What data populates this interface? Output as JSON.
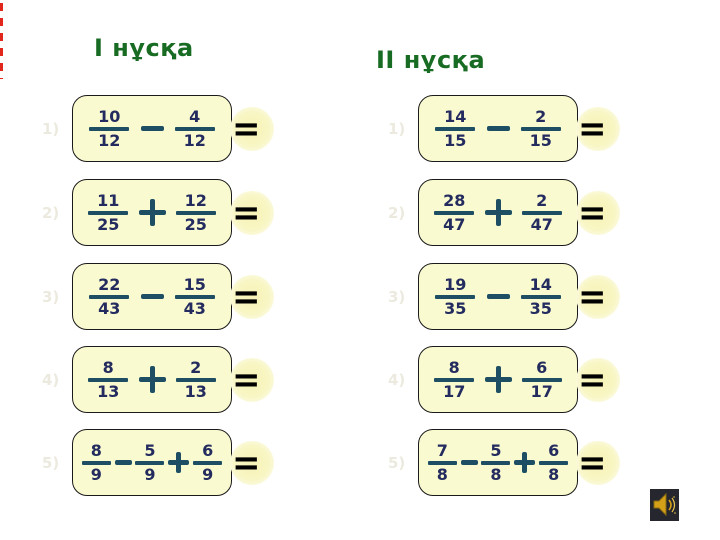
{
  "columns": [
    {
      "id": "variant-1",
      "title": "І нұсқа",
      "rows": [
        {
          "label": "1)",
          "fractions": [
            [
              "10",
              "12"
            ],
            [
              "4",
              "12"
            ]
          ],
          "operators": [
            "−"
          ],
          "result_symbol": "="
        },
        {
          "label": "2)",
          "fractions": [
            [
              "11",
              "25"
            ],
            [
              "12",
              "25"
            ]
          ],
          "operators": [
            "+"
          ],
          "result_symbol": "="
        },
        {
          "label": "3)",
          "fractions": [
            [
              "22",
              "43"
            ],
            [
              "15",
              "43"
            ]
          ],
          "operators": [
            "−"
          ],
          "result_symbol": "="
        },
        {
          "label": "4)",
          "fractions": [
            [
              "8",
              "13"
            ],
            [
              "2",
              "13"
            ]
          ],
          "operators": [
            "+"
          ],
          "result_symbol": "="
        },
        {
          "label": "5)",
          "fractions": [
            [
              "8",
              "9"
            ],
            [
              "5",
              "9"
            ],
            [
              "6",
              "9"
            ]
          ],
          "operators": [
            "−",
            "+"
          ],
          "result_symbol": "="
        }
      ]
    },
    {
      "id": "variant-2",
      "title": "ІІ нұсқа",
      "rows": [
        {
          "label": "1)",
          "fractions": [
            [
              "14",
              "15"
            ],
            [
              "2",
              "15"
            ]
          ],
          "operators": [
            "−"
          ],
          "result_symbol": "="
        },
        {
          "label": "2)",
          "fractions": [
            [
              "28",
              "47"
            ],
            [
              "2",
              "47"
            ]
          ],
          "operators": [
            "+"
          ],
          "result_symbol": "="
        },
        {
          "label": "3)",
          "fractions": [
            [
              "19",
              "35"
            ],
            [
              "14",
              "35"
            ]
          ],
          "operators": [
            "−"
          ],
          "result_symbol": "="
        },
        {
          "label": "4)",
          "fractions": [
            [
              "8",
              "17"
            ],
            [
              "6",
              "17"
            ]
          ],
          "operators": [
            "+"
          ],
          "result_symbol": "="
        },
        {
          "label": "5)",
          "fractions": [
            [
              "7",
              "8"
            ],
            [
              "5",
              "8"
            ],
            [
              "6",
              "8"
            ]
          ],
          "operators": [
            "−",
            "+"
          ],
          "result_symbol": "="
        }
      ]
    }
  ],
  "icons": {
    "audio": "speaker-icon"
  },
  "colors": {
    "title_green": "#186B22",
    "box_fill": "#FAFAD0",
    "box_border": "#1A1A1A",
    "fraction_text": "#232B5F",
    "fraction_bar": "#1D4E63",
    "operator": "#1D4E63",
    "equals_circle": "#F6F2B6",
    "equals_text": "#000000",
    "row_label": "#ECEADF",
    "edge_mark_red": "#E1261C",
    "audio_bg": "#26262E",
    "audio_speaker_gold": "#D4A017"
  }
}
